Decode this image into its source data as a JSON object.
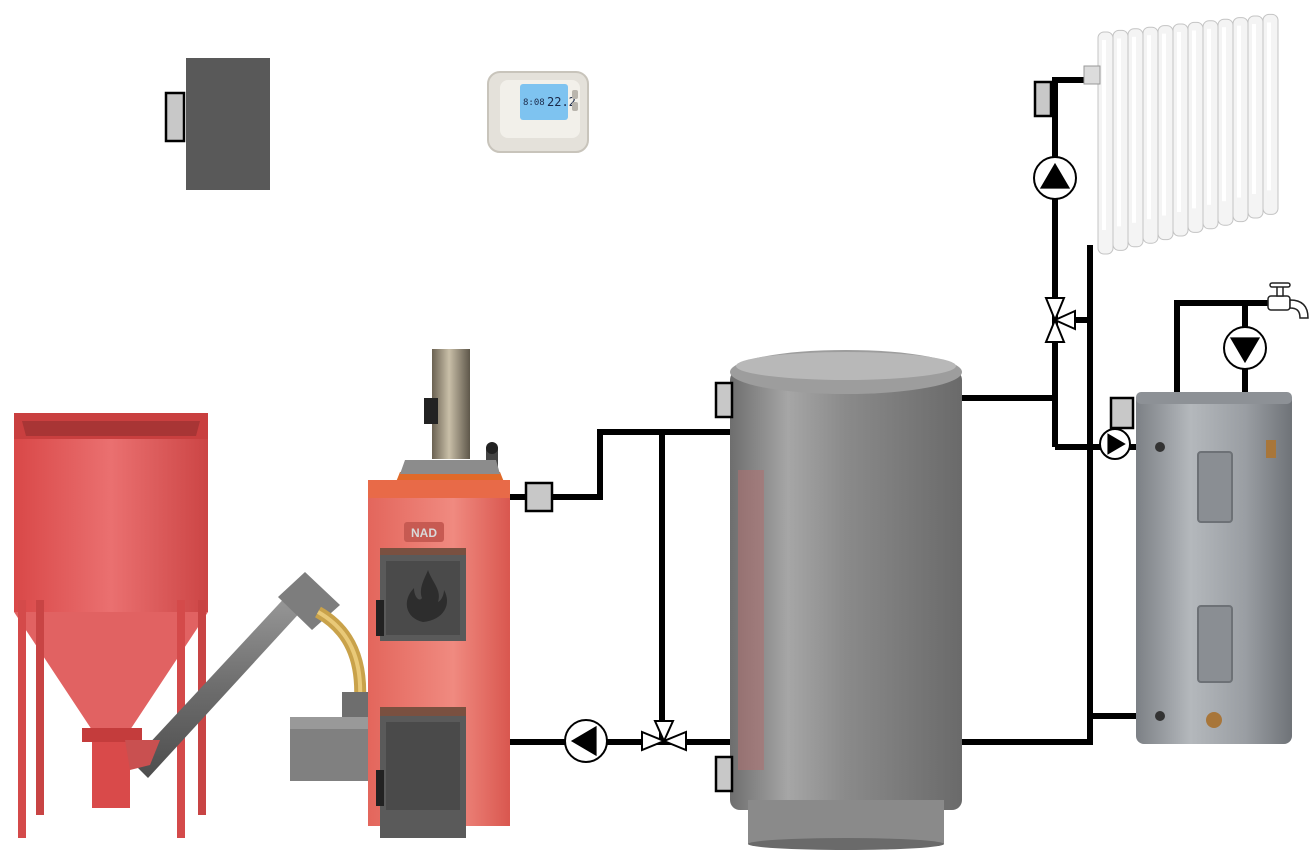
{
  "colors": {
    "pipe": "#000000",
    "hopper": "#e05555",
    "boiler": "#e8746a",
    "boiler_top": "#e06a2a",
    "tank": "#8c8c8c",
    "heater": "#9a9ea3",
    "controller": "#595959",
    "sensor": "#c8c8c8",
    "radiator": "#f2f2f2",
    "thermostat_screen": "#7ec3f0"
  },
  "thermostat": {
    "time": "8:08",
    "temperature": "22.2"
  },
  "boiler": {
    "logo": "NAD"
  },
  "icons": {
    "controller": "control-unit-icon",
    "thermostat": "room-thermostat-icon",
    "radiator": "radiator-icon",
    "tap": "water-tap-icon",
    "pump": "circulation-pump-icon",
    "valve": "three-way-valve-icon",
    "sensor": "temperature-sensor-icon",
    "flame": "flame-icon"
  }
}
